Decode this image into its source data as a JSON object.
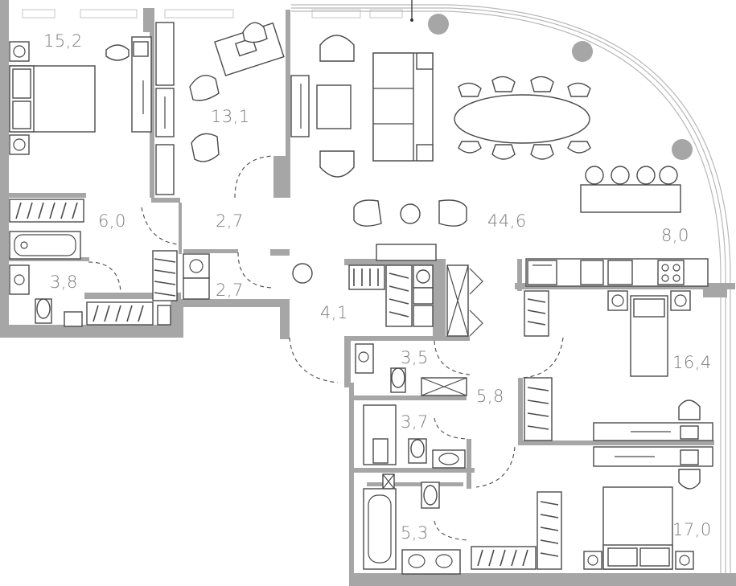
{
  "plan": {
    "rooms": [
      {
        "id": "bedroom-1",
        "area": "15,2"
      },
      {
        "id": "study",
        "area": "13,1"
      },
      {
        "id": "wardrobe-1",
        "area": "6,0"
      },
      {
        "id": "hall-1",
        "area": "2,7"
      },
      {
        "id": "hall-2",
        "area": "2,7"
      },
      {
        "id": "bathroom-1",
        "area": "3,8"
      },
      {
        "id": "living-room",
        "area": "44,6"
      },
      {
        "id": "kitchen",
        "area": "8,0"
      },
      {
        "id": "storage",
        "area": "4,1"
      },
      {
        "id": "wc",
        "area": "3,5"
      },
      {
        "id": "corridor",
        "area": "5,8"
      },
      {
        "id": "bathroom-2",
        "area": "3,7"
      },
      {
        "id": "bedroom-2",
        "area": "16,4"
      },
      {
        "id": "bathroom-3",
        "area": "5,3"
      },
      {
        "id": "bedroom-3",
        "area": "17,0"
      }
    ]
  }
}
